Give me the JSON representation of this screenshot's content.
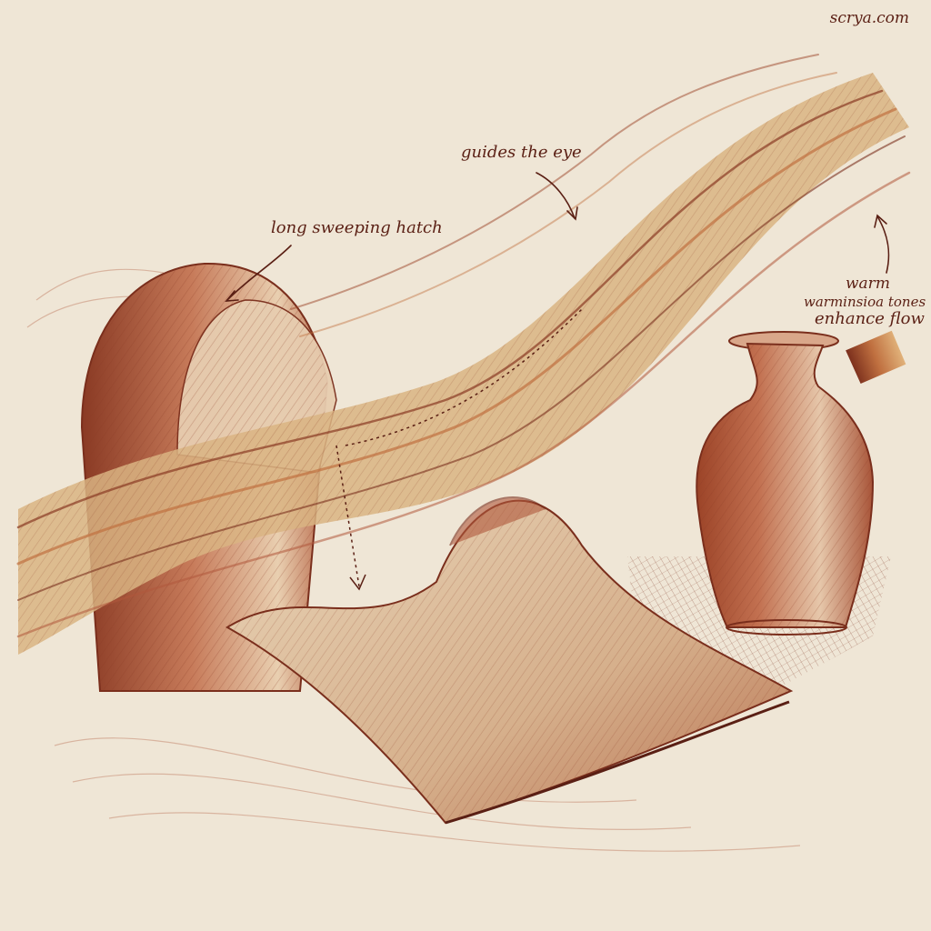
{
  "watermark": "scrya.com",
  "annotations": {
    "hatch": "long sweeping hatch",
    "eye": "guides the eye",
    "warm_line1": "warm",
    "warm_line2": "warminsioa tones",
    "warm_line3": "enhance flow"
  },
  "palette": {
    "paper": "#efe6d6",
    "sanguine_dark": "#7a2e1c",
    "sanguine_mid": "#b0583c",
    "ochre": "#d7b07a",
    "ink": "#5a1f14"
  },
  "subjects": [
    "draped-ribbon-icon",
    "arched-form-icon",
    "vase-icon",
    "cloth-sheet-icon",
    "swatch-icon"
  ]
}
